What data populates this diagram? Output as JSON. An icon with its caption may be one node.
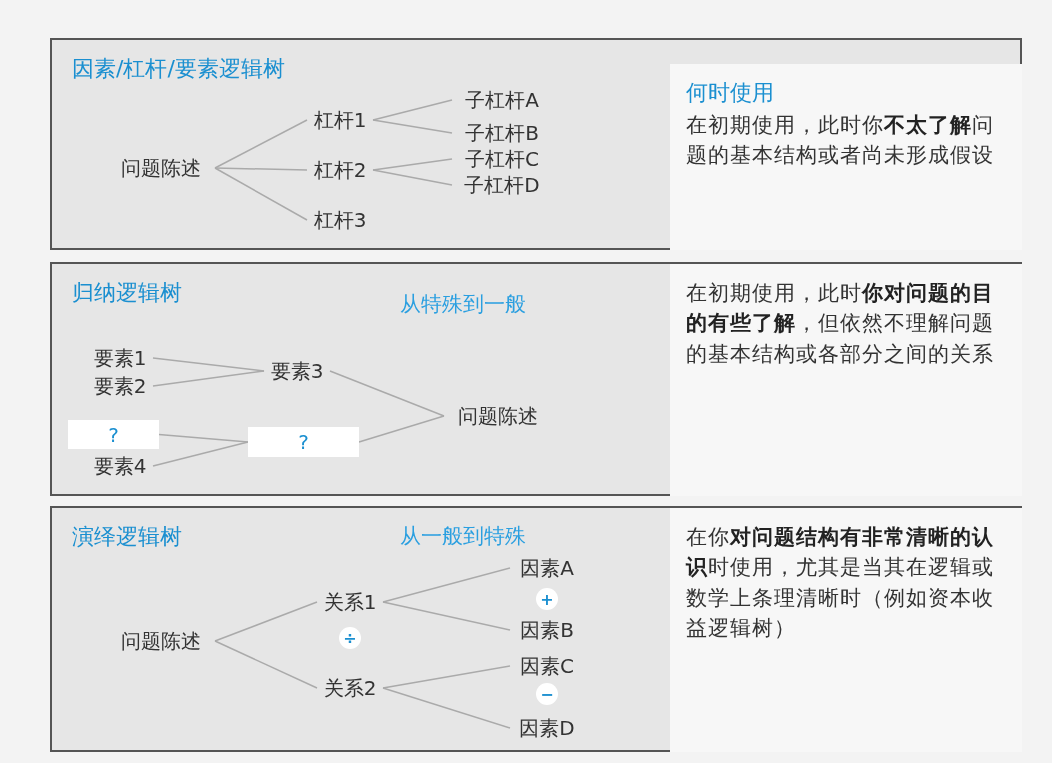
{
  "diagram": {
    "nodes": [
      {
        "text": [
          "因素/杠杆/要素逻辑树"
        ]
      },
      {
        "text": [
          "问题陈述"
        ],
        "in": 0
      },
      {
        "text": [
          "杠杆1"
        ],
        "in": 0
      },
      {
        "text": [
          "杠杆2"
        ],
        "in": 0
      },
      {
        "text": [
          "杠杆3"
        ],
        "in": 0
      },
      {
        "text": [
          "子杠杆A"
        ],
        "in": 0
      },
      {
        "text": [
          "子杠杆B"
        ],
        "in": 0
      },
      {
        "text": [
          "子杠杆C"
        ],
        "in": 0
      },
      {
        "text": [
          "子杠杆D"
        ],
        "in": 0
      },
      {
        "text": [
          "何时使用",
          "在初期使用，此时你**不太了解**问题的基本结构或者尚未形成假设"
        ],
        "in": 0
      },
      {
        "text": [
          "归纳逻辑树"
        ]
      },
      {
        "text": [
          "要素1"
        ],
        "in": 10
      },
      {
        "text": [
          "要素2"
        ],
        "in": 10
      },
      {
        "text": [
          "?"
        ],
        "in": 10
      },
      {
        "text": [
          "要素4"
        ],
        "in": 10
      },
      {
        "text": [
          "要素3"
        ],
        "in": 10
      },
      {
        "text": [
          "?"
        ],
        "in": 10
      },
      {
        "text": [
          "问题陈述"
        ],
        "in": 10
      },
      {
        "text": [
          "在初期使用，此时**你对问题的目的有些了解**，但依然不理解问题的基本结构或各部分之间的关系"
        ],
        "in": 10
      },
      {
        "text": [
          "演绎逻辑树"
        ]
      },
      {
        "text": [
          "问题陈述"
        ],
        "in": 19
      },
      {
        "text": [
          "关系1"
        ],
        "in": 19
      },
      {
        "text": [
          "关系2"
        ],
        "in": 19
      },
      {
        "text": [
          "因素A"
        ],
        "in": 19
      },
      {
        "text": [
          "因素B"
        ],
        "in": 19
      },
      {
        "text": [
          "因素C"
        ],
        "in": 19
      },
      {
        "text": [
          "因素D"
        ],
        "in": 19
      },
      {
        "text": [
          "在你**对问题结构有非常清晰的认识**时使用，尤其是当其在逻辑或数学上条理清晰时（例如资本收益逻辑树）"
        ],
        "in": 19
      }
    ],
    "edges": [
      {
        "from": 1,
        "to": 2,
        "arrow": "none"
      },
      {
        "from": 1,
        "to": 3,
        "arrow": "none"
      },
      {
        "from": 1,
        "to": 4,
        "arrow": "none"
      },
      {
        "from": 2,
        "to": 5,
        "arrow": "none"
      },
      {
        "from": 2,
        "to": 6,
        "arrow": "none"
      },
      {
        "from": 3,
        "to": 7,
        "arrow": "none"
      },
      {
        "from": 3,
        "to": 8,
        "arrow": "none"
      },
      {
        "from": 11,
        "to": 15,
        "arrow": "none"
      },
      {
        "from": 12,
        "to": 15,
        "arrow": "none"
      },
      {
        "from": 13,
        "to": 16,
        "arrow": "none"
      },
      {
        "from": 14,
        "to": 16,
        "arrow": "none"
      },
      {
        "from": 15,
        "to": 17,
        "arrow": "none"
      },
      {
        "from": 16,
        "to": 17,
        "arrow": "none"
      },
      {
        "from": 20,
        "to": 21,
        "arrow": "none"
      },
      {
        "from": 20,
        "to": 22,
        "arrow": "none"
      },
      {
        "from": 21,
        "to": 23,
        "arrow": "none"
      },
      {
        "from": 21,
        "to": 24,
        "arrow": "none"
      },
      {
        "from": 22,
        "to": 25,
        "arrow": "none"
      },
      {
        "from": 22,
        "to": 26,
        "arrow": "none"
      }
    ],
    "labels": [
      "从特殊到一般",
      "从一般到特殊",
      "+",
      "÷",
      "−"
    ]
  }
}
